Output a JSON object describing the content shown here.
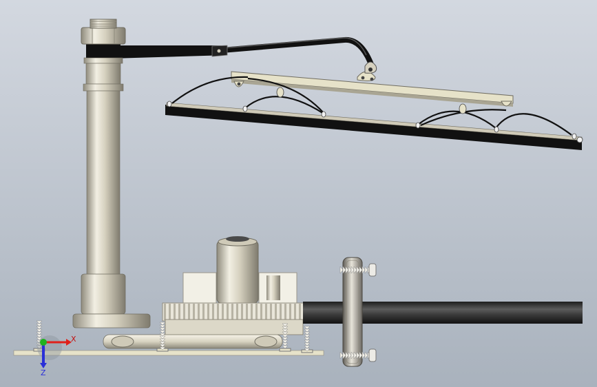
{
  "viewport": {
    "background_top": "#d3d8e0",
    "background_bottom": "#a9b2bd"
  },
  "triad": {
    "x_label": "X",
    "z_label": "Z",
    "x_color": "#e0201b",
    "y_color": "#1fb21f",
    "z_color": "#2a2fd8"
  },
  "model": {
    "parts": [
      "hex-nut",
      "vertical-post",
      "upper-arm",
      "bent-rod",
      "hanger-clip",
      "spray-bar",
      "spray-manifold",
      "post-base",
      "motor-housing",
      "gear",
      "base-link",
      "drive-shaft",
      "flange-disc",
      "screw"
    ],
    "colors": {
      "metal_light": "#efece0",
      "metal_mid": "#cfcab8",
      "metal_dark": "#8f8b7d",
      "black_part": "#151515",
      "shaft_dark": "#2c2c2c",
      "cream_part": "#e6e2c9"
    }
  }
}
